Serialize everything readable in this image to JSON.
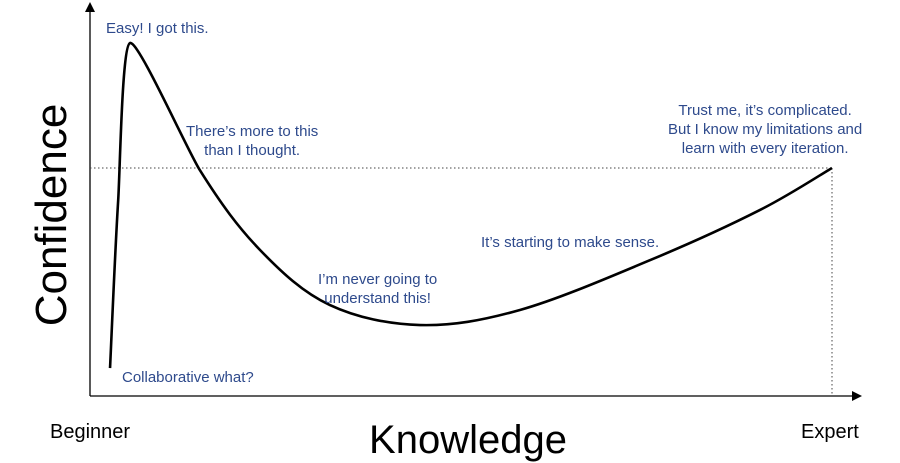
{
  "chart_data": {
    "type": "line",
    "title": "",
    "xlabel": "Knowledge",
    "ylabel": "Confidence",
    "x_tick_labels": [
      "Beginner",
      "Expert"
    ],
    "xlim": [
      0,
      100
    ],
    "ylim": [
      0,
      100
    ],
    "grid": false,
    "series": [
      {
        "name": "Confidence curve",
        "color": "#000000",
        "x": [
          2.7,
          3.8,
          5.4,
          14.8,
          22.9,
          32.3,
          44.5,
          58,
          75.5,
          90.3,
          100
        ],
        "y": [
          7.9,
          55.5,
          100,
          64,
          41.4,
          25.8,
          20.1,
          24.4,
          38.5,
          52.7,
          64.6
        ]
      }
    ],
    "reference_line_y": 64.6,
    "reference_line_x": 100,
    "annotation_color": "#2e4a8c",
    "annotations": {
      "peak": "Easy! I got this.",
      "decline": [
        "There’s more to this",
        "than I thought."
      ],
      "valley": [
        "I’m never going to",
        "understand this!"
      ],
      "rise": "It’s starting to make sense.",
      "expert": [
        "Trust me, it’s complicated.",
        "But I know my limitations and",
        "learn with every iteration."
      ],
      "start": "Collaborative what?"
    }
  }
}
